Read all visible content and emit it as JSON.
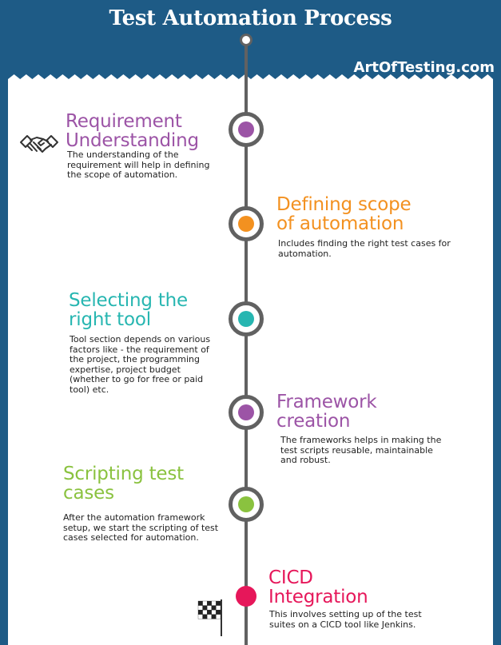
{
  "title": "Test Automation Process",
  "brand": "ArtOfTesting.com",
  "colors": {
    "background": "#1e5b86",
    "panel": "#ffffff",
    "timeline": "#616161",
    "purple": "#9c54a6",
    "orange": "#f39120",
    "teal": "#27b6b1",
    "green": "#8ac23f",
    "pink": "#e6175a"
  },
  "icons": {
    "top": "handshake-icon",
    "bottom": "checkered-flag-icon"
  },
  "steps": [
    {
      "heading_line1": "Requirement",
      "heading_line2": "Understanding",
      "description": [
        "The understanding of the",
        "requirement will help in defining",
        "the scope of automation."
      ],
      "color": "#9c54a6"
    },
    {
      "heading_line1": "Defining scope",
      "heading_line2": "of automation",
      "description": [
        "Includes finding the right test cases for",
        "automation."
      ],
      "color": "#f39120"
    },
    {
      "heading_line1": "Selecting the",
      "heading_line2": "right tool",
      "description": [
        "Tool section depends on various",
        "factors like - the requirement of",
        "the project, the programming",
        "expertise, project budget",
        "(whether to go for free or paid",
        "tool) etc."
      ],
      "color": "#27b6b1"
    },
    {
      "heading_line1": "Framework",
      "heading_line2": "creation",
      "description": [
        "The frameworks helps in making the",
        "test scripts reusable, maintainable",
        "and robust."
      ],
      "color": "#9c54a6"
    },
    {
      "heading_line1": "Scripting test",
      "heading_line2": "cases",
      "description": [
        "After the automation framework",
        "setup, we start the scripting of test",
        "cases selected for automation."
      ],
      "color": "#8ac23f"
    },
    {
      "heading_line1": "CICD",
      "heading_line2": "Integration",
      "description": [
        "This involves setting up of the test",
        "suites on a CICD tool like Jenkins."
      ],
      "color": "#e6175a"
    }
  ]
}
